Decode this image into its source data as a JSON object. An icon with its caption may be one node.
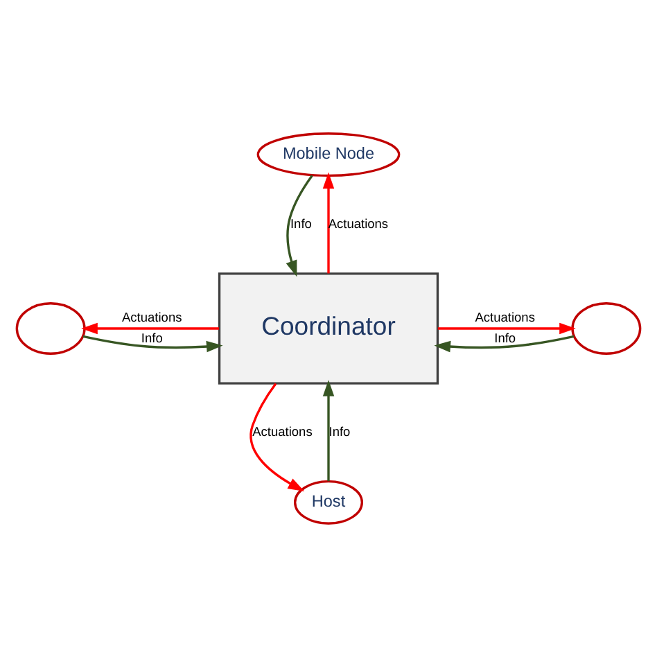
{
  "diagram": {
    "nodes": [
      {
        "text": [
          "Mobile Node"
        ]
      },
      {
        "text": [],
        "shape": "ellipse"
      },
      {
        "text": [
          "Coordinator"
        ]
      },
      {
        "text": [],
        "shape": "ellipse"
      },
      {
        "text": [
          "Host"
        ]
      }
    ],
    "edges": [
      {
        "from": 2,
        "to": 0,
        "arrow": "to",
        "label": "Actuations",
        "color": "#ff0000"
      },
      {
        "from": 0,
        "to": 2,
        "arrow": "to",
        "label": "Info",
        "color": "#375623"
      },
      {
        "from": 1,
        "to": 2,
        "arrow": "to",
        "label": "Info",
        "color": "#375623"
      },
      {
        "from": 2,
        "to": 1,
        "arrow": "to",
        "label": "Actuations",
        "color": "#ff0000"
      },
      {
        "from": 2,
        "to": 3,
        "arrow": "to",
        "label": "Actuations",
        "color": "#ff0000"
      },
      {
        "from": 3,
        "to": 2,
        "arrow": "to",
        "label": "Info",
        "color": "#375623"
      },
      {
        "from": 4,
        "to": 2,
        "arrow": "to",
        "label": "Info",
        "color": "#375623"
      },
      {
        "from": 2,
        "to": 4,
        "arrow": "to",
        "label": "Actuations",
        "color": "#ff0000"
      }
    ]
  }
}
